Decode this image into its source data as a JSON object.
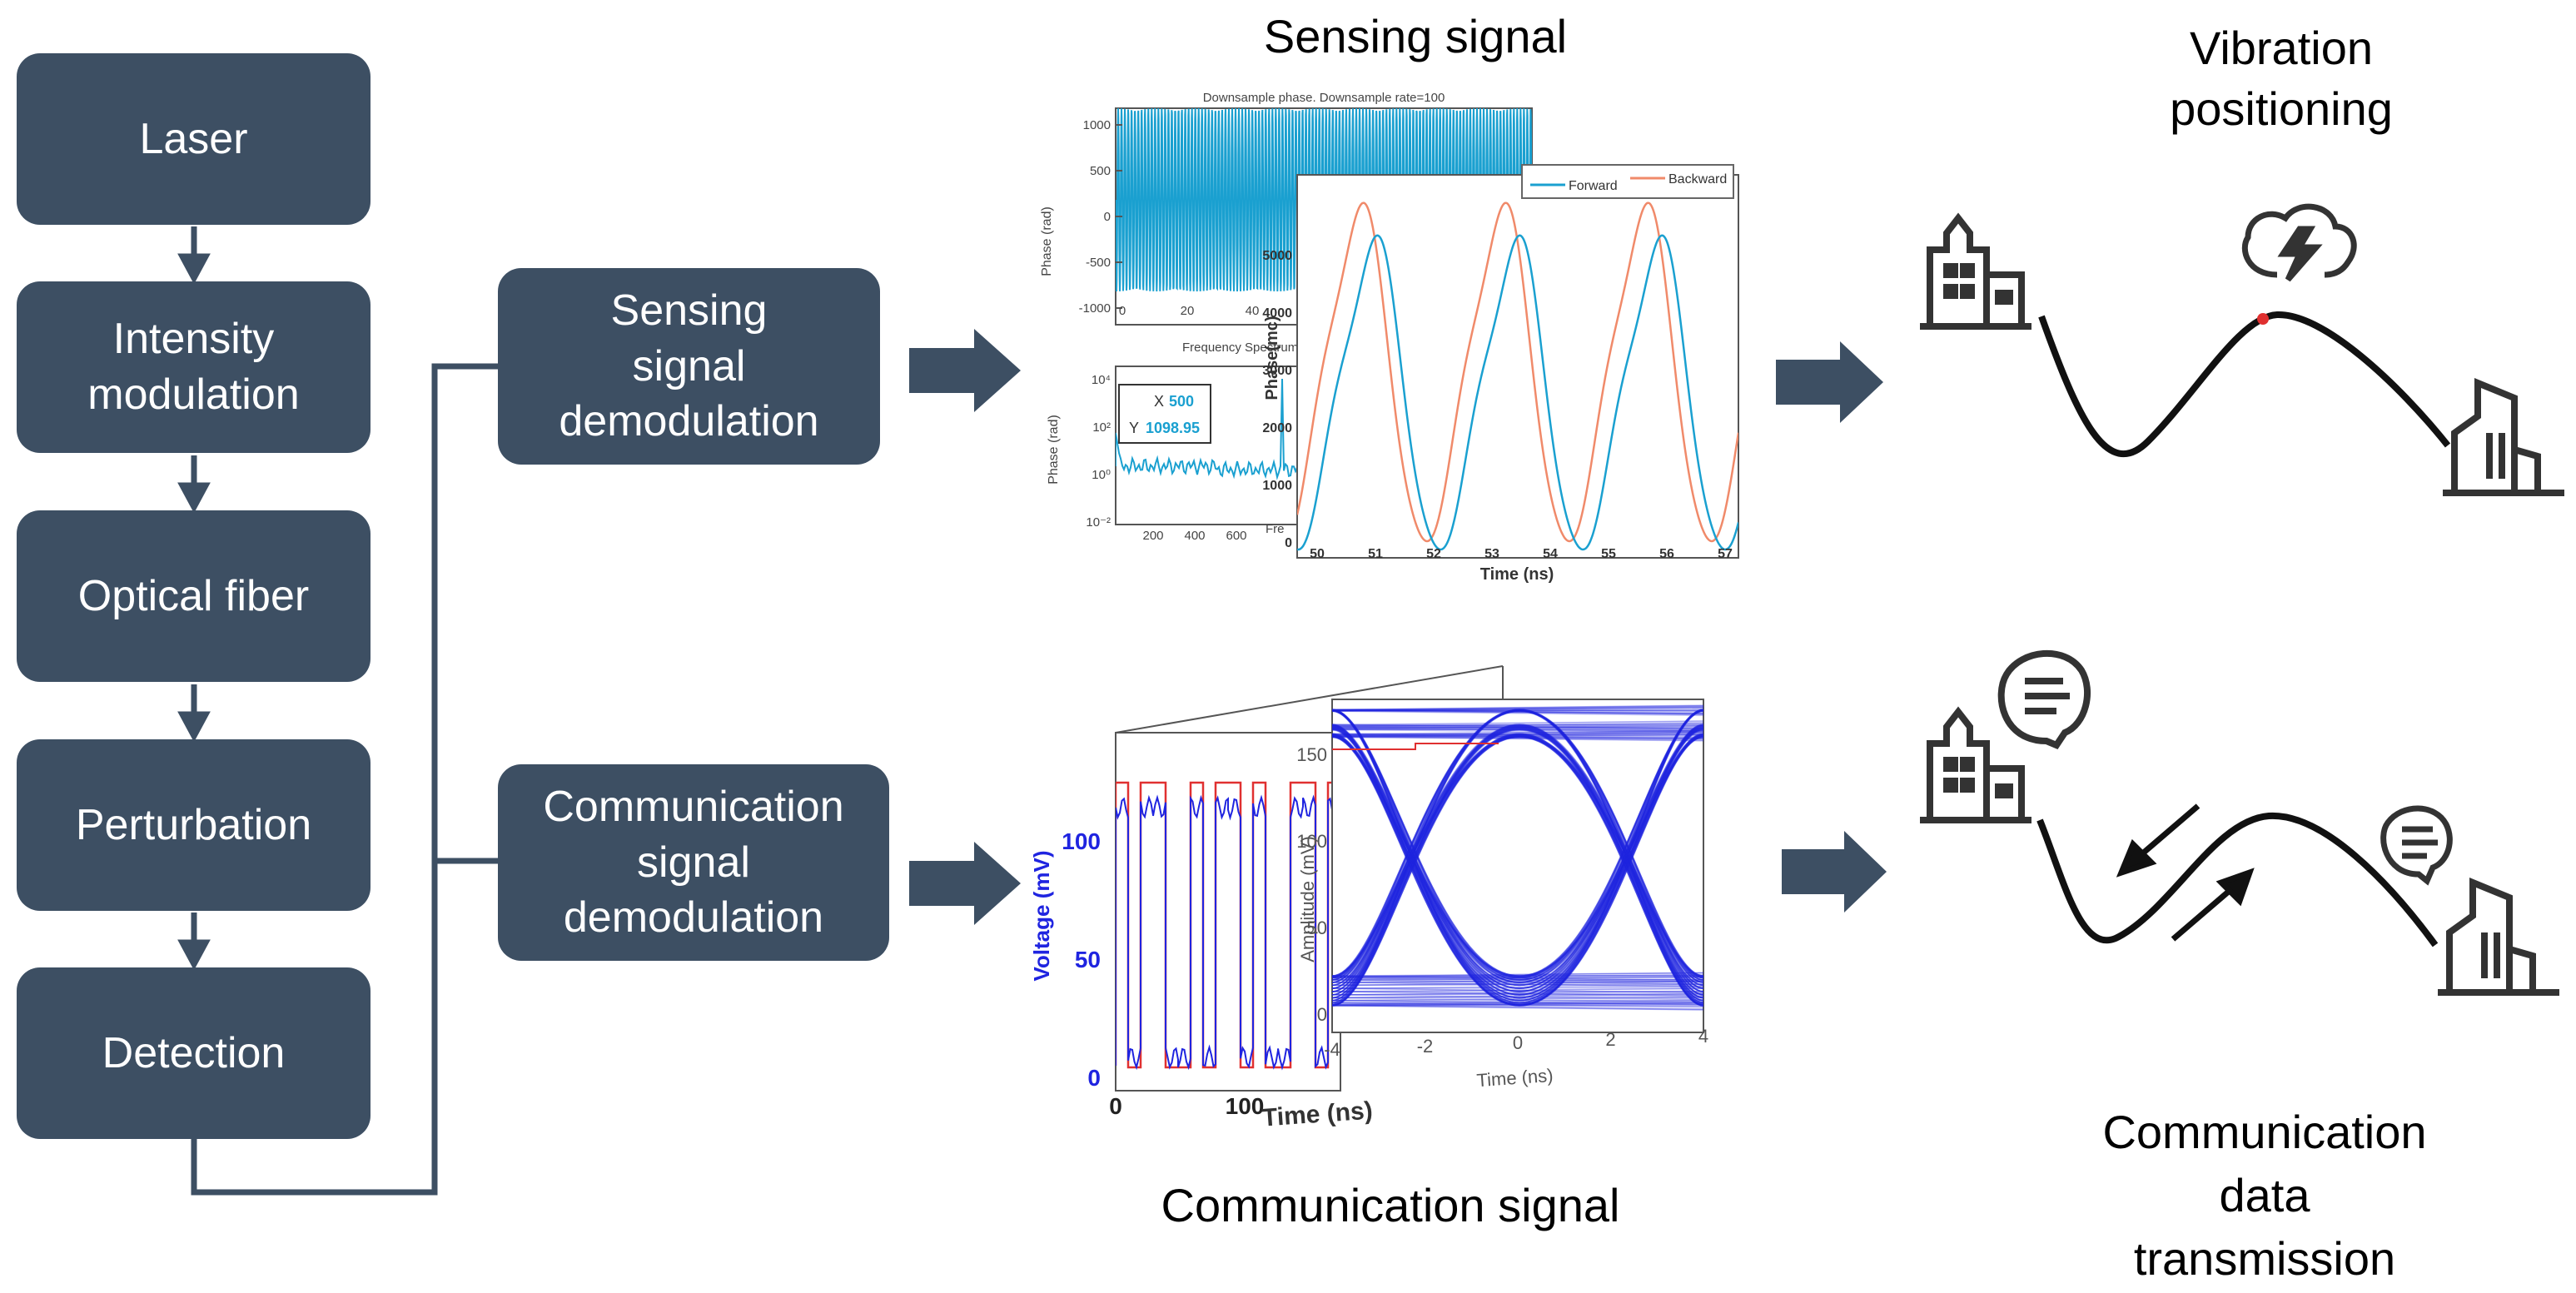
{
  "pipeline": {
    "steps": [
      "Laser",
      "Intensity\nmodulation",
      "Optical fiber",
      "Perturbation",
      "Detection"
    ]
  },
  "demod": {
    "sensing": "Sensing\nsignal\ndemodulation",
    "communication": "Communication\nsignal\ndemodulation"
  },
  "captions": {
    "sensing_signal": "Sensing signal",
    "communication_signal": "Communication signal",
    "vibration": "Vibration\npositioning",
    "comm_data": "Communication\ndata\ntransmission"
  },
  "colors": {
    "box": "#3d4f63",
    "arrow": "#3d4f63",
    "trace_blue": "#1aa0d0",
    "trace_orange": "#f08a6a",
    "eye_blue": "#1f24e0",
    "red": "#e03030"
  },
  "icons": [
    "building-icon",
    "skyscraper-icon",
    "lightning-cloud-icon",
    "chat-bubble-icon"
  ],
  "charts": {
    "phase": {
      "title": "Downsample phase. Downsample rate=100",
      "ylabel": "Phase (rad)",
      "yticks": [
        "1000",
        "500",
        "0",
        "-500",
        "-1000"
      ],
      "xticks": [
        "0",
        "20",
        "40"
      ]
    },
    "spectrum": {
      "title": "Frequency Spectrum",
      "ylabel": "Phase (rad)",
      "yticks": [
        "10⁴",
        "10²",
        "10⁰",
        "10⁻²"
      ],
      "xticks": [
        "200",
        "400",
        "600"
      ],
      "xlabel": "Fre",
      "datatip": {
        "x_label": "X",
        "x_value": "500",
        "y_label": "Y",
        "y_value": "1098.95"
      }
    },
    "fb": {
      "legend": [
        "Forward",
        "Backward"
      ],
      "ylabel": "Phase(mc)",
      "yticks": [
        "5000",
        "4000",
        "3000",
        "2000",
        "1000",
        "0"
      ],
      "xticks": [
        "50",
        "51",
        "52",
        "53",
        "54",
        "55",
        "56",
        "57"
      ],
      "xlabel": "Time (ns)"
    },
    "voltage": {
      "ylabel": "Voltage (mV)",
      "yticks": [
        "100",
        "50",
        "0"
      ],
      "xticks": [
        "0",
        "100"
      ],
      "xlabel": "Time (ns)"
    },
    "eye": {
      "ylabel": "Amplitude (mV)",
      "yticks": [
        "150",
        "100",
        "50",
        "0"
      ],
      "xticks": [
        "-4",
        "-2",
        "0",
        "2",
        "4"
      ],
      "xlabel": "Time (ns)"
    }
  }
}
